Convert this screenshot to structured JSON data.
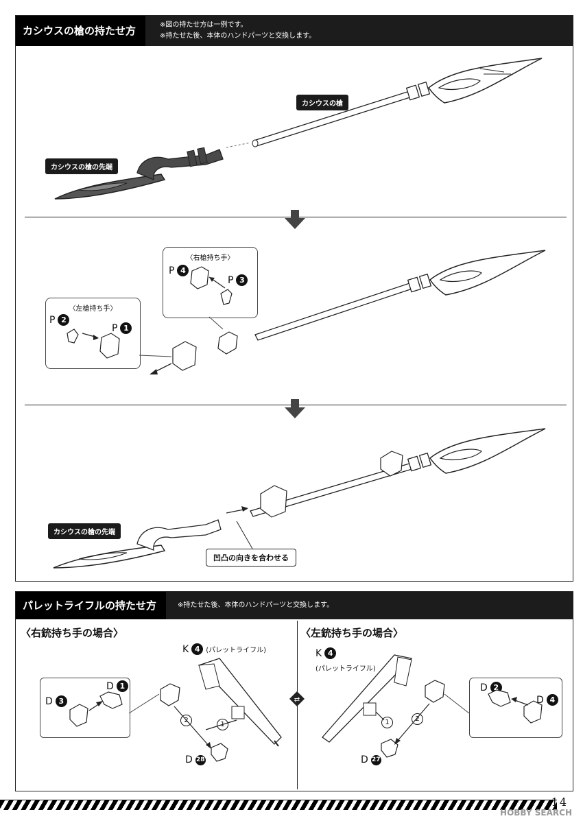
{
  "section1": {
    "title": "カシウスの槍の持たせ方",
    "notes": [
      "※図の持たせ方は一例です。",
      "※持たせた後、本体のハンドパーツと交換します。"
    ],
    "spear_label": "カシウスの槍",
    "tip_label": "カシウスの槍の先端",
    "right_grip": {
      "title": "〈右槍持ち手〉",
      "a": "P",
      "a_num": "4",
      "b": "P",
      "b_num": "3"
    },
    "left_grip": {
      "title": "〈左槍持ち手〉",
      "a": "P",
      "a_num": "2",
      "b": "P",
      "b_num": "1"
    },
    "tip_label_2": "カシウスの槍の先端",
    "align_hint": "凹凸の向きを合わせる"
  },
  "section2": {
    "title": "パレットライフルの持たせ方",
    "note": "※持たせた後、本体のハンドパーツと交換します。",
    "right": {
      "heading": "〈右銃持ち手の場合〉",
      "part": "K",
      "part_num": "4",
      "part_name": "(パレットライフル)",
      "d1": "D",
      "d1_num": "1",
      "d2": "D",
      "d2_num": "3",
      "d3": "D",
      "d3_num": "28",
      "step1": "1",
      "step2": "2"
    },
    "left": {
      "heading": "〈左銃持ち手の場合〉",
      "part": "K",
      "part_num": "4",
      "part_name": "(パレットライフル)",
      "d1": "D",
      "d1_num": "2",
      "d2": "D",
      "d2_num": "4",
      "d3": "D",
      "d3_num": "27",
      "step1": "1",
      "step2": "2"
    },
    "swap_icon": "swap-icon"
  },
  "footer": {
    "page": "14",
    "watermark": "HOBBY SEARCH"
  }
}
